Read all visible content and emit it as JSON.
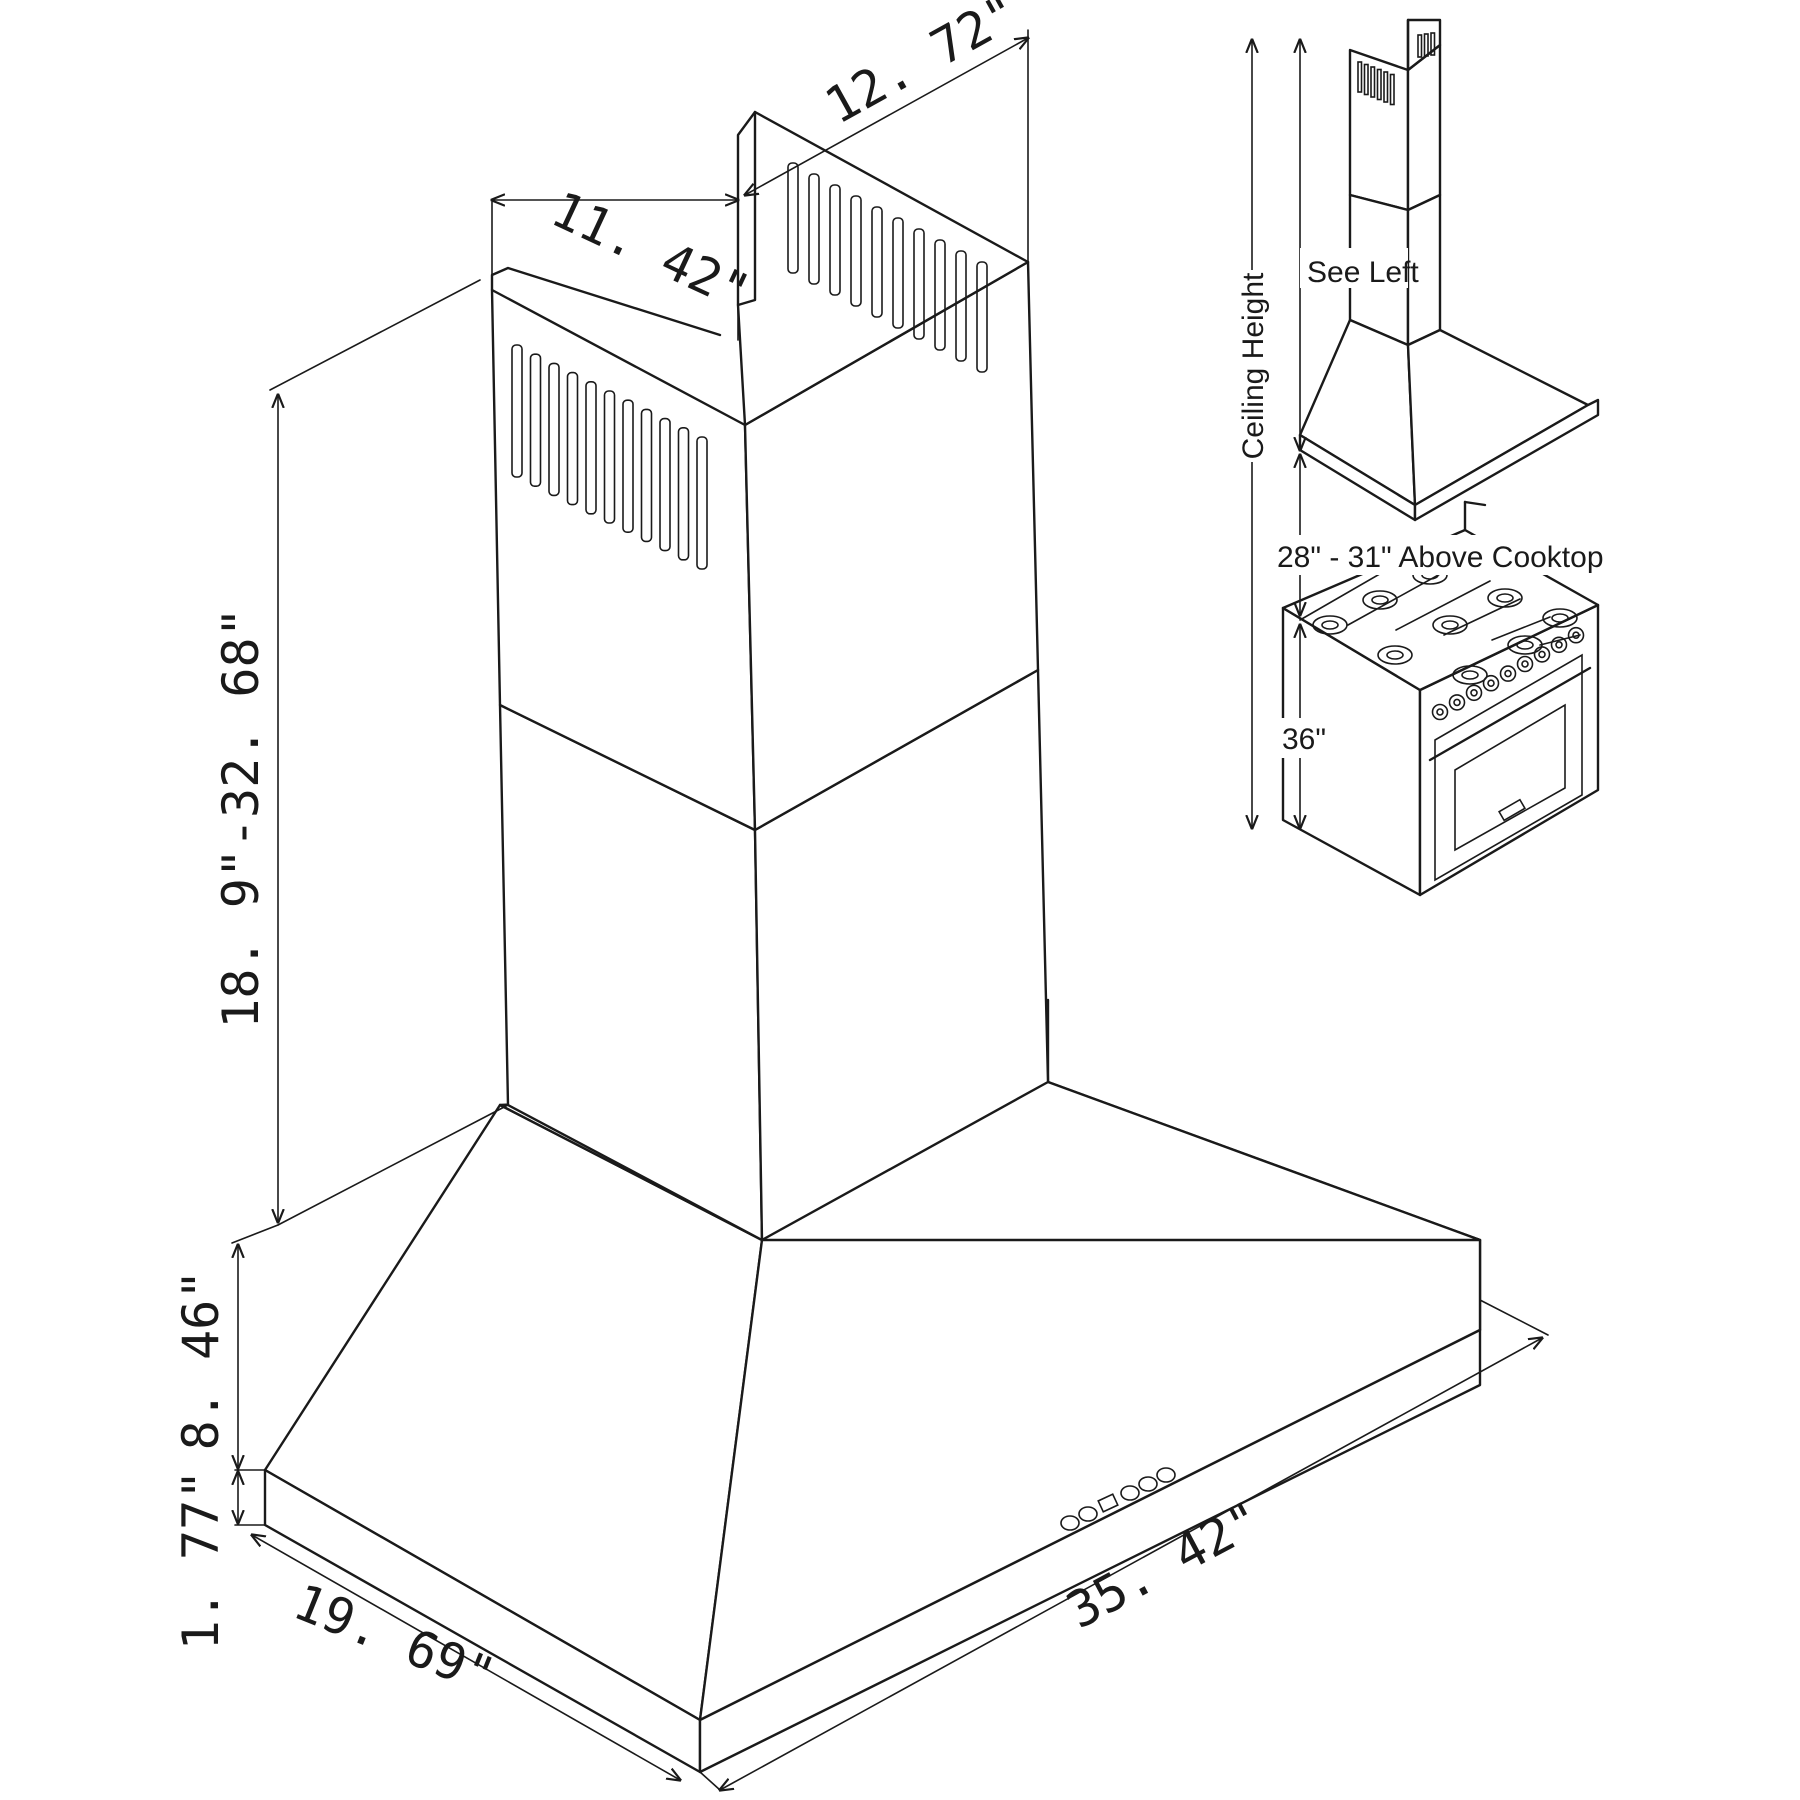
{
  "main_diagram": {
    "dimensions": {
      "duct_depth": "11. 42\"",
      "duct_width": "12. 72\"",
      "chimney_height": "18. 9\"-32. 68\"",
      "canopy_height": "8. 46\"",
      "base_height": "1. 77\"",
      "hood_depth": "19. 69\"",
      "hood_width": "35. 42\""
    }
  },
  "inset_diagram": {
    "labels": {
      "see_left": "See Left",
      "ceiling_height": "Ceiling Height",
      "above_cooktop": "28\" - 31\" Above Cooktop",
      "counter_height": "36\""
    }
  }
}
